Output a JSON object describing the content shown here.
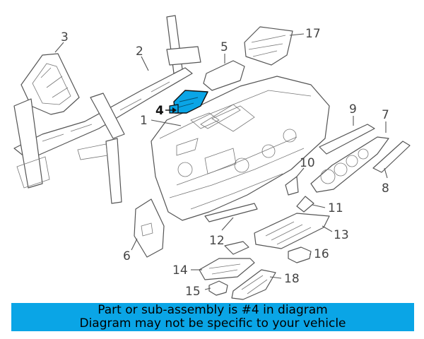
{
  "callouts": {
    "c1": "1",
    "c2": "2",
    "c3": "3",
    "c4": "4",
    "c5": "5",
    "c6": "6",
    "c7": "7",
    "c8": "8",
    "c9": "9",
    "c10": "10",
    "c11": "11",
    "c12": "12",
    "c13": "13",
    "c14": "14",
    "c15": "15",
    "c16": "16",
    "c17": "17",
    "c18": "18"
  },
  "highlight": {
    "part": "4",
    "color": "#0aa5e6"
  },
  "banner": {
    "line1": "Part or sub-assembly is #4 in diagram",
    "line2": "Diagram may not be specific to your vehicle",
    "color": "#0aa5e6"
  }
}
